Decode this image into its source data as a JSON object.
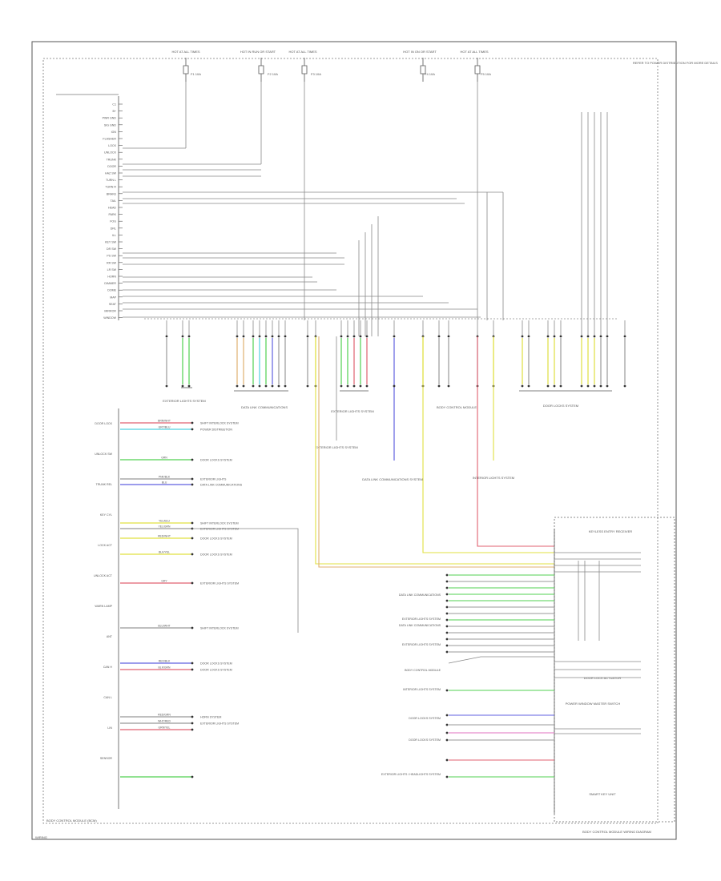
{
  "diagram": {
    "top_labels": [
      "HOT AT ALL TIMES",
      "HOT IN RUN OR START",
      "HOT AT ALL TIMES",
      "HOT IN ON OR START",
      "HOT AT ALL TIMES"
    ],
    "fuse_labels": [
      "F1 10A",
      "F2 10A",
      "F3 10A",
      "F4 10A",
      "F5 10A"
    ],
    "right_top_note": "REFER TO POWER DISTRIBUTION FOR MORE DETAILS",
    "left_pins": [
      "C1",
      "B+",
      "PWR GND",
      "SIG GND",
      "IGN",
      "FLASHER",
      "LOCK",
      "UNLOCK",
      "TRUNK",
      "DOOR",
      "HAZ SW",
      "TURN L",
      "TURN R",
      "BRAKE",
      "TAIL",
      "HEAD",
      "PARK",
      "FOG",
      "DRL",
      "ILL",
      "KEY SW",
      "DR SW",
      "PS SW",
      "RR SW",
      "LR SW",
      "HORN",
      "DIMMER",
      "DOME",
      "MAP",
      "SEAT",
      "MIRROR",
      "WINDOW"
    ],
    "bottom_left_pins": [
      "DOOR LOCK",
      "UNLOCK SW",
      "TRUNK REL",
      "KEY CYL",
      "LOCK ACT",
      "UNLOCK ACT",
      "WARN LAMP",
      "ANT",
      "CAN H",
      "CAN L",
      "LIN",
      "SENSOR"
    ],
    "wire_labels_left": [
      "BRN/WHT",
      "GRY/BLU",
      "GRN",
      "PNK/BLK",
      "BLU",
      "YEL/BLU",
      "YEL/GRN",
      "RED/WHT",
      "BLK/YEL",
      "GRY",
      "BLU/WHT",
      "RED/BLK",
      "BLK/GRN",
      "RED/GRN",
      "WHT/RED",
      "GRN/YEL"
    ],
    "dest_labels_left": [
      "SHIFT INTERLOCK SYSTEM",
      "POWER DISTRIBUTION",
      "DOOR LOCKS SYSTEM",
      "EXTERIOR LIGHTS",
      "DATA LINK COMMUNICATIONS",
      "SHIFT INTERLOCK SYSTEM",
      "EXTERIOR LIGHTS SYSTEM",
      "DOOR LOCKS SYSTEM",
      "DOOR LOCKS SYSTEM",
      "EXTERIOR LIGHTS SYSTEM",
      "SHIFT INTERLOCK SYSTEM",
      "DOOR LOCKS SYSTEM",
      "DOOR LOCKS SYSTEM",
      "HORN SYSTEM",
      "EXTERIOR LIGHTS SYSTEM"
    ],
    "middle_boxes": [
      "EXTERIOR LIGHTS SYSTEM",
      "DATA LINK COMMUNICATIONS",
      "EXTERIOR LIGHTS SYSTEM",
      "EXTERIOR LIGHTS SYSTEM",
      "DATA LINK COMMUNICATIONS SYSTEM",
      "BODY CONTROL MODULE",
      "INTERIOR LIGHTS SYSTEM",
      "DOOR LOCKS SYSTEM"
    ],
    "right_box_labels": [
      "KEYLESS ENTRY RECEIVER",
      "DOOR LOCK ACTUATOR",
      "POWER WINDOW MASTER SWITCH",
      "SMART KEY UNIT"
    ],
    "right_dest_labels": [
      "DATA LINK COMMUNICATIONS",
      "EXTERIOR LIGHTS SYSTEM",
      "DATA LINK COMMUNICATIONS",
      "EXTERIOR LIGHTS SYSTEM",
      "BODY CONTROL MODULE",
      "INTERIOR LIGHTS SYSTEM",
      "DOOR LOCKS SYSTEM",
      "DOOR LOCKS SYSTEM",
      "EXTERIOR LIGHTS / HEADLIGHTS SYSTEM"
    ],
    "bottom_left_note": "BODY CONTROL MODULE (BCM)",
    "bottom_right_note": "BODY CONTROL MODULE WIRING DIAGRAM",
    "footer_code": "WIRING",
    "colors": {
      "red": "#e06070",
      "cyan": "#50d0e0",
      "green": "#50d050",
      "blue": "#6060e0",
      "yellow": "#e0e040",
      "orange": "#e0b070",
      "pink": "#e070c0",
      "gray": "#999999",
      "frame": "#444444"
    }
  }
}
